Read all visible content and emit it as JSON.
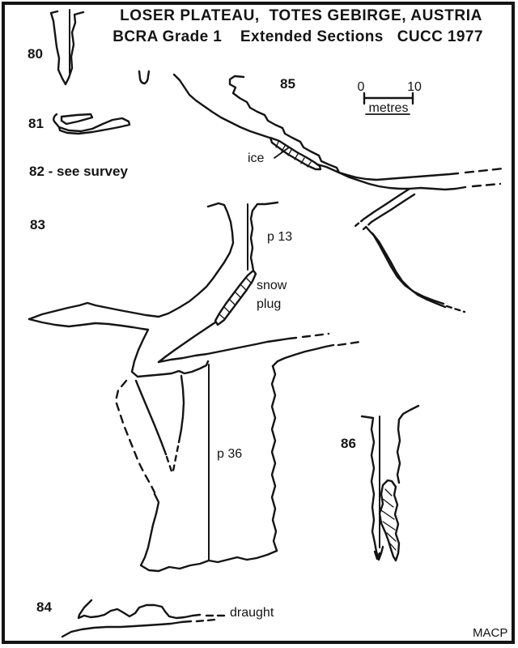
{
  "page": {
    "background": "#ffffff",
    "ink": "#141414"
  },
  "header": {
    "title_line1": "LOSER PLATEAU,  TOTES GEBIRGE, AUSTRIA",
    "title_line2": "BCRA Grade 1    Extended Sections   CUCC 1977"
  },
  "sections": {
    "s80": {
      "label": "80"
    },
    "s81": {
      "label": "81"
    },
    "s82": {
      "label": "82 - see survey"
    },
    "s83": {
      "label": "83"
    },
    "s84": {
      "label": "84"
    },
    "s85": {
      "label": "85"
    },
    "s86": {
      "label": "86"
    }
  },
  "annotations": {
    "ice": "ice",
    "p13": "p 13",
    "snow_line1": "snow",
    "snow_line2": "plug",
    "p36": "p 36",
    "draught": "draught"
  },
  "scale_bar": {
    "start": "0",
    "end": "10",
    "unit": "metres"
  },
  "credit": "MACP"
}
